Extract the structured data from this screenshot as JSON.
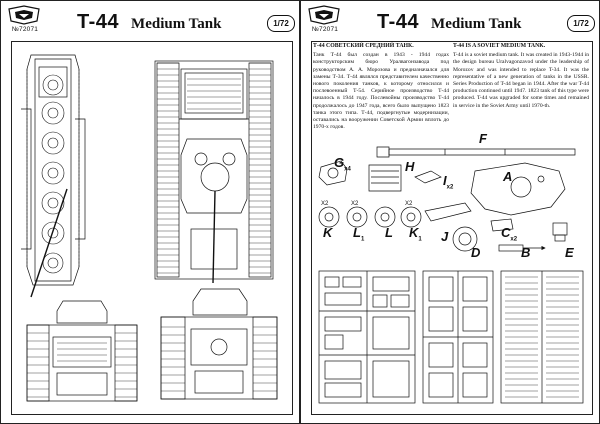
{
  "left_page": {
    "logo": {
      "badge_icon": "company-logo-icon",
      "number": "№72071"
    },
    "title": "T-44",
    "subtitle": "Medium Tank",
    "scale": "1/72"
  },
  "right_page": {
    "logo": {
      "badge_icon": "company-logo-icon",
      "number": "№72071"
    },
    "title": "T-44",
    "subtitle": "Medium Tank",
    "scale": "1/72",
    "ru_text": {
      "heading": "Т-44 СОВЕТСКИЙ СРЕДНИЙ ТАНК.",
      "body": "Танк Т-44 был создан в 1943 - 1944 годах конструкторским бюро Уралвагонзавода под руководством А. А. Морозова и предназначался для замены Т-34. Т-44 являлся представителем качественно нового поколения танков, к которому относился и послевоенный Т-54. Серийное производство Т-44 началось в 1944 году. Послевойны производство Т-44 продолжалось до 1947 года, всего было выпущено 1823 танка этого типа. Т-44, подвергнутые модернизации, оставались на вооружении Советской Армии вплоть до 1970-х годов."
    },
    "en_text": {
      "heading": "T-44 IS A SOVIET MEDIUM TANK.",
      "body": "T-44 is a soviet medium tank. It was created in 1943-1944 in the design bureau Uralvagonzavod under the leadership of Morozov and was intended to replace T-34. It was the representative of a new generation of tanks in the USSR. Series Production of T-44 began in 1944. After the war T-44 production continued until 1947. 1823 tank of this type were produced. T-44 was upgraded for some times and remained in service in the Soviet Army until 1970-th."
    },
    "parts": {
      "A": "A",
      "B": "B",
      "C": "C",
      "C_sub": "x2",
      "D": "D",
      "E": "E",
      "F": "F",
      "G": "G",
      "G_sub": "x4",
      "H": "H",
      "I": "I",
      "I_sub": "x2",
      "J": "J",
      "K": "K",
      "K1": "K",
      "K1_sub": "1",
      "L": "L",
      "L1": "L",
      "L1_sub": "1",
      "qty_x2_a": "X2",
      "qty_x2_b": "X2",
      "qty_x2_c": "X2"
    }
  }
}
